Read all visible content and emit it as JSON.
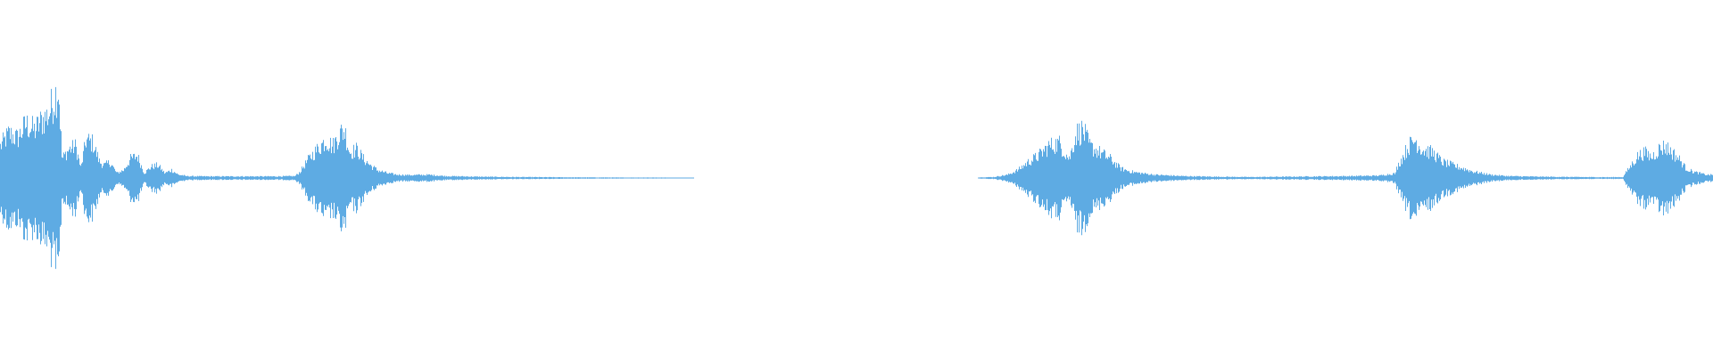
{
  "waveform": {
    "color": "#5eabe3",
    "background": "#ffffff",
    "sample_rate_hint": "unknown",
    "segments": [
      {
        "id": "burst-1",
        "start": 0.0,
        "end": 0.108,
        "envelope": [
          [
            0.0,
            0.2
          ],
          [
            0.005,
            0.28
          ],
          [
            0.01,
            0.25
          ],
          [
            0.015,
            0.34
          ],
          [
            0.02,
            0.3
          ],
          [
            0.024,
            0.36
          ],
          [
            0.028,
            0.4
          ],
          [
            0.032,
            0.52
          ],
          [
            0.034,
            0.58
          ],
          [
            0.036,
            0.12
          ],
          [
            0.04,
            0.18
          ],
          [
            0.044,
            0.2
          ],
          [
            0.047,
            0.06
          ],
          [
            0.05,
            0.24
          ],
          [
            0.054,
            0.22
          ],
          [
            0.058,
            0.1
          ],
          [
            0.061,
            0.08
          ],
          [
            0.064,
            0.1
          ],
          [
            0.068,
            0.03
          ],
          [
            0.072,
            0.05
          ],
          [
            0.076,
            0.12
          ],
          [
            0.08,
            0.14
          ],
          [
            0.084,
            0.03
          ],
          [
            0.088,
            0.07
          ],
          [
            0.092,
            0.08
          ],
          [
            0.096,
            0.03
          ],
          [
            0.1,
            0.05
          ],
          [
            0.104,
            0.02
          ],
          [
            0.108,
            0.015
          ]
        ]
      },
      {
        "id": "burst-2",
        "start": 0.108,
        "end": 0.405,
        "envelope": [
          [
            0.108,
            0.012
          ],
          [
            0.12,
            0.01
          ],
          [
            0.14,
            0.01
          ],
          [
            0.16,
            0.01
          ],
          [
            0.172,
            0.012
          ],
          [
            0.175,
            0.04
          ],
          [
            0.18,
            0.12
          ],
          [
            0.185,
            0.18
          ],
          [
            0.19,
            0.24
          ],
          [
            0.194,
            0.2
          ],
          [
            0.198,
            0.28
          ],
          [
            0.201,
            0.3
          ],
          [
            0.204,
            0.16
          ],
          [
            0.208,
            0.18
          ],
          [
            0.212,
            0.12
          ],
          [
            0.216,
            0.08
          ],
          [
            0.22,
            0.05
          ],
          [
            0.226,
            0.03
          ],
          [
            0.232,
            0.02
          ],
          [
            0.24,
            0.018
          ],
          [
            0.25,
            0.02
          ],
          [
            0.26,
            0.012
          ],
          [
            0.28,
            0.008
          ],
          [
            0.3,
            0.006
          ],
          [
            0.32,
            0.005
          ],
          [
            0.34,
            0.004
          ],
          [
            0.36,
            0.003
          ],
          [
            0.38,
            0.003
          ],
          [
            0.405,
            0.002
          ]
        ]
      },
      {
        "id": "burst-3",
        "start": 0.571,
        "end": 0.815,
        "envelope": [
          [
            0.571,
            0.004
          ],
          [
            0.58,
            0.006
          ],
          [
            0.588,
            0.02
          ],
          [
            0.594,
            0.05
          ],
          [
            0.6,
            0.1
          ],
          [
            0.606,
            0.14
          ],
          [
            0.612,
            0.2
          ],
          [
            0.618,
            0.22
          ],
          [
            0.624,
            0.12
          ],
          [
            0.628,
            0.28
          ],
          [
            0.632,
            0.3
          ],
          [
            0.636,
            0.2
          ],
          [
            0.642,
            0.16
          ],
          [
            0.648,
            0.12
          ],
          [
            0.654,
            0.06
          ],
          [
            0.66,
            0.04
          ],
          [
            0.666,
            0.03
          ],
          [
            0.674,
            0.02
          ],
          [
            0.69,
            0.012
          ],
          [
            0.71,
            0.008
          ],
          [
            0.73,
            0.006
          ],
          [
            0.75,
            0.008
          ],
          [
            0.77,
            0.01
          ],
          [
            0.79,
            0.012
          ],
          [
            0.805,
            0.015
          ],
          [
            0.815,
            0.03
          ]
        ]
      },
      {
        "id": "burst-4",
        "start": 0.815,
        "end": 0.948,
        "envelope": [
          [
            0.815,
            0.06
          ],
          [
            0.818,
            0.12
          ],
          [
            0.822,
            0.2
          ],
          [
            0.826,
            0.24
          ],
          [
            0.83,
            0.18
          ],
          [
            0.836,
            0.16
          ],
          [
            0.842,
            0.1
          ],
          [
            0.848,
            0.08
          ],
          [
            0.854,
            0.06
          ],
          [
            0.86,
            0.04
          ],
          [
            0.87,
            0.02
          ],
          [
            0.88,
            0.012
          ],
          [
            0.9,
            0.008
          ],
          [
            0.92,
            0.006
          ],
          [
            0.94,
            0.005
          ],
          [
            0.948,
            0.006
          ]
        ]
      },
      {
        "id": "burst-5",
        "start": 0.948,
        "end": 1.0,
        "envelope": [
          [
            0.948,
            0.02
          ],
          [
            0.952,
            0.08
          ],
          [
            0.956,
            0.14
          ],
          [
            0.96,
            0.16
          ],
          [
            0.964,
            0.13
          ],
          [
            0.968,
            0.18
          ],
          [
            0.972,
            0.2
          ],
          [
            0.976,
            0.16
          ],
          [
            0.98,
            0.12
          ],
          [
            0.984,
            0.06
          ],
          [
            0.988,
            0.04
          ],
          [
            0.992,
            0.03
          ],
          [
            0.996,
            0.02
          ],
          [
            1.0,
            0.02
          ]
        ]
      }
    ]
  }
}
